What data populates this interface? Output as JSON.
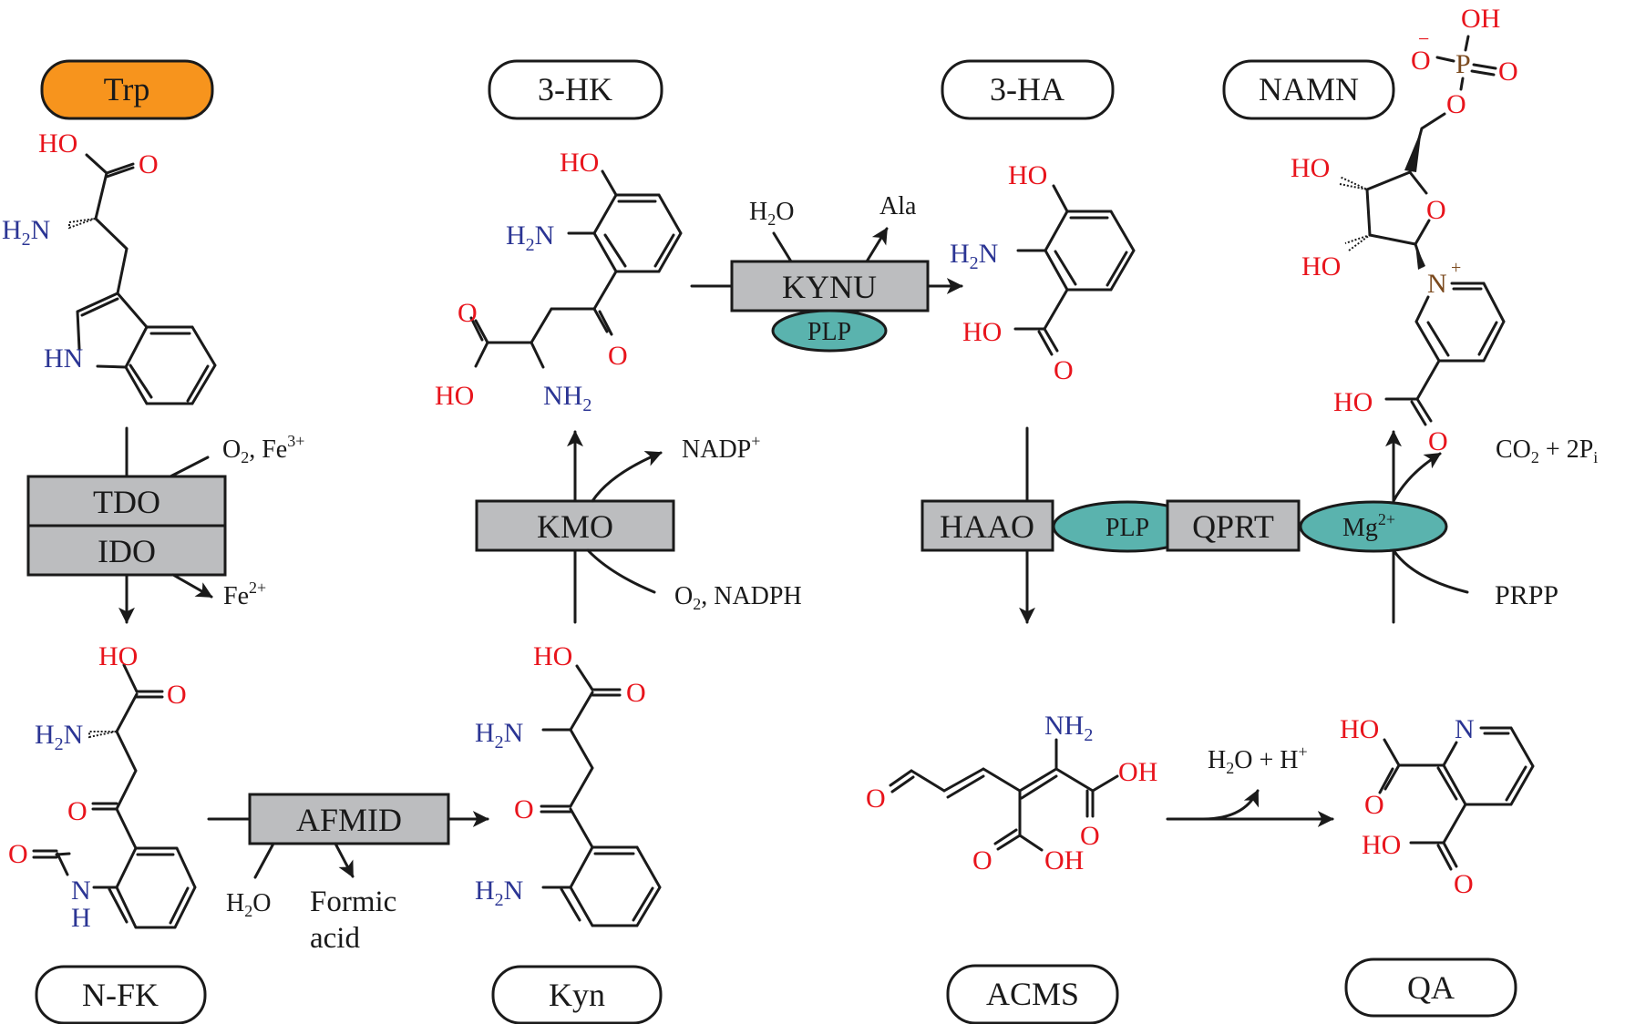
{
  "title": "Kynurenine pathway of tryptophan catabolism",
  "colors": {
    "highlight": "#f7941d",
    "enzyme_fill": "#bcbdbf",
    "cofactor_fill": "#5ab3ae",
    "oxygen": "#e8141c",
    "nitrogen": "#2b3594",
    "phosphorus": "#7b4a1e"
  },
  "metabolites": {
    "trp": "Trp",
    "hk3": "3-HK",
    "ha3": "3-HA",
    "namn": "NAMN",
    "nfk": "N-FK",
    "kyn": "Kyn",
    "acms": "ACMS",
    "qa": "QA"
  },
  "enzymes": {
    "tdo": "TDO",
    "ido": "IDO",
    "afmid": "AFMID",
    "kmo": "KMO",
    "kynu": "KYNU",
    "haao": "HAAO",
    "qprt": "QPRT"
  },
  "cofactors": {
    "kynu": "PLP",
    "haao": "PLP",
    "qprt_base": "Mg",
    "qprt_sup": "2+"
  },
  "reactants": {
    "tdo_in_base": "O",
    "tdo_in_sub": "2",
    "tdo_in_rest": ", Fe",
    "tdo_in_sup": "3+",
    "tdo_out_base": "Fe",
    "tdo_out_sup": "2+",
    "afmid_in_base": "H",
    "afmid_in_sub": "2",
    "afmid_in_rest": "O",
    "afmid_out_line1": "Formic",
    "afmid_out_line2": "acid",
    "kmo_in_base": "O",
    "kmo_in_sub": "2",
    "kmo_in_rest": ", NADPH",
    "kmo_out_base": "NADP",
    "kmo_out_sup": "+",
    "kynu_in_base": "H",
    "kynu_in_sub": "2",
    "kynu_in_rest": "O",
    "kynu_out": "Ala",
    "qprt_in": "PRPP",
    "qprt_out_base": "CO",
    "qprt_out_sub": "2",
    "qprt_out_rest": " + 2P",
    "qprt_out_sub2": "i",
    "acms_out_base": "H",
    "acms_out_sub": "2",
    "acms_out_rest": "O + H",
    "acms_out_sup": "+"
  },
  "atoms": {
    "HO": "HO",
    "OH": "OH",
    "O": "O",
    "N": "N",
    "H": "H",
    "HN": "HN",
    "H2N_base": "H",
    "H2N_sub": "2",
    "H2N_rest": "N",
    "NH2_base": "NH",
    "NH2_sub": "2",
    "P": "P",
    "minus": "−",
    "plus": "+"
  }
}
